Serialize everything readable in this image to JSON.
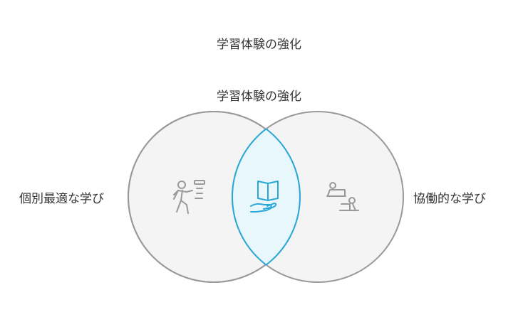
{
  "title": "学習体験の強化",
  "intersection_label": "学習体験の強化",
  "left_label": "個別最適な学び",
  "right_label": "協働的な学び",
  "icons": {
    "left": "running-person-icon",
    "center": "book-in-hand-icon",
    "right": "people-at-laptops-icon"
  },
  "colors": {
    "circle_fill": "#f4f4f4",
    "circle_stroke": "#999999",
    "intersection_fill": "#e8f7fc",
    "accent": "#29a8d8",
    "icon_gray": "#999999"
  }
}
